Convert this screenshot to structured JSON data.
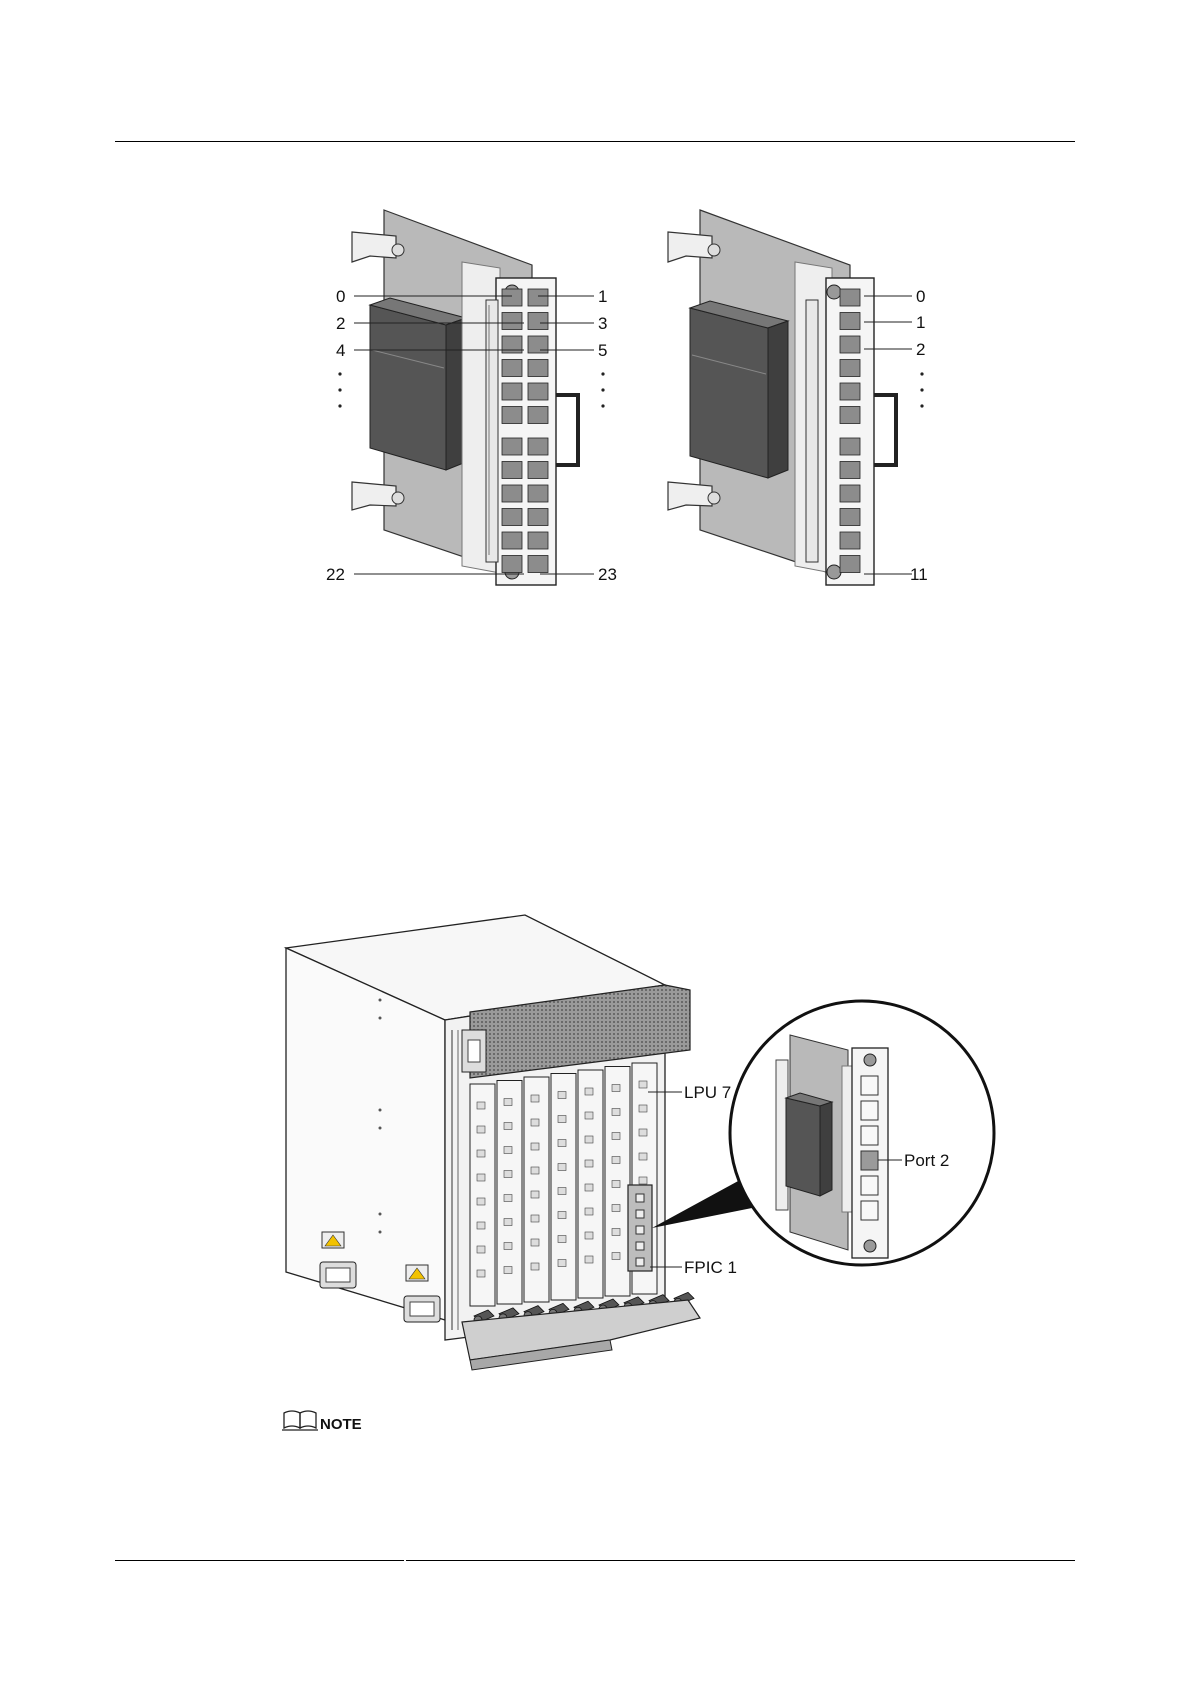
{
  "figure1": {
    "card24_labels": {
      "port_0": "0",
      "port_1": "1",
      "port_2": "2",
      "port_3": "3",
      "port_4": "4",
      "port_5": "5",
      "port_22": "22",
      "port_23": "23"
    },
    "card12_labels": {
      "port_0": "0",
      "port_1": "1",
      "port_2": "2",
      "port_11": "11"
    }
  },
  "figure2": {
    "lpu_label": "LPU 7",
    "fpic_label": "FPIC 1",
    "port_label": "Port 2"
  },
  "note": {
    "label": "NOTE"
  },
  "colors": {
    "rule": "#000000",
    "panel": "#f4f4f4",
    "shadow": "#888888",
    "line": "#222222"
  }
}
